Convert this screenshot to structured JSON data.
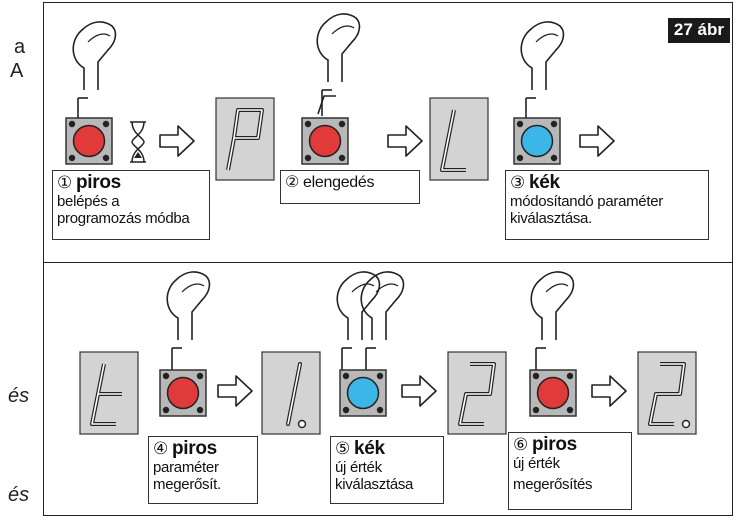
{
  "figure_label": "27 ábr",
  "edge_text": {
    "top_lines": [
      "a",
      "A"
    ],
    "italic_fragments": [
      "és",
      "és"
    ]
  },
  "steps": [
    {
      "num": "①",
      "title": "piros",
      "lines": [
        "belépés a",
        "programozás módba"
      ]
    },
    {
      "num": "②",
      "title": "",
      "lines": [
        "elengedés"
      ]
    },
    {
      "num": "③",
      "title": "kék",
      "lines": [
        "módosítandó paraméter",
        "kiválasztása."
      ]
    },
    {
      "num": "④",
      "title": "piros",
      "lines": [
        "paraméter",
        "megerősít."
      ]
    },
    {
      "num": "⑤",
      "title": "kék",
      "lines": [
        "új érték",
        "kiválasztása"
      ]
    },
    {
      "num": "⑥",
      "title": "piros",
      "lines": [
        "új érték",
        "megerősítés"
      ]
    }
  ],
  "displays": [
    "P",
    "L",
    "t",
    "1.",
    "2",
    "2."
  ],
  "colors": {
    "red_button": "#e03a3a",
    "blue_button": "#3cb6e6",
    "button_base": "#b8b8b8",
    "display_bg": "#d3d3d3",
    "tag_bg": "#1a1a1a"
  },
  "icons": [
    "finger-press-icon",
    "push-button-icon",
    "hourglass-icon",
    "arrow-right-icon",
    "seven-segment-display-icon"
  ]
}
